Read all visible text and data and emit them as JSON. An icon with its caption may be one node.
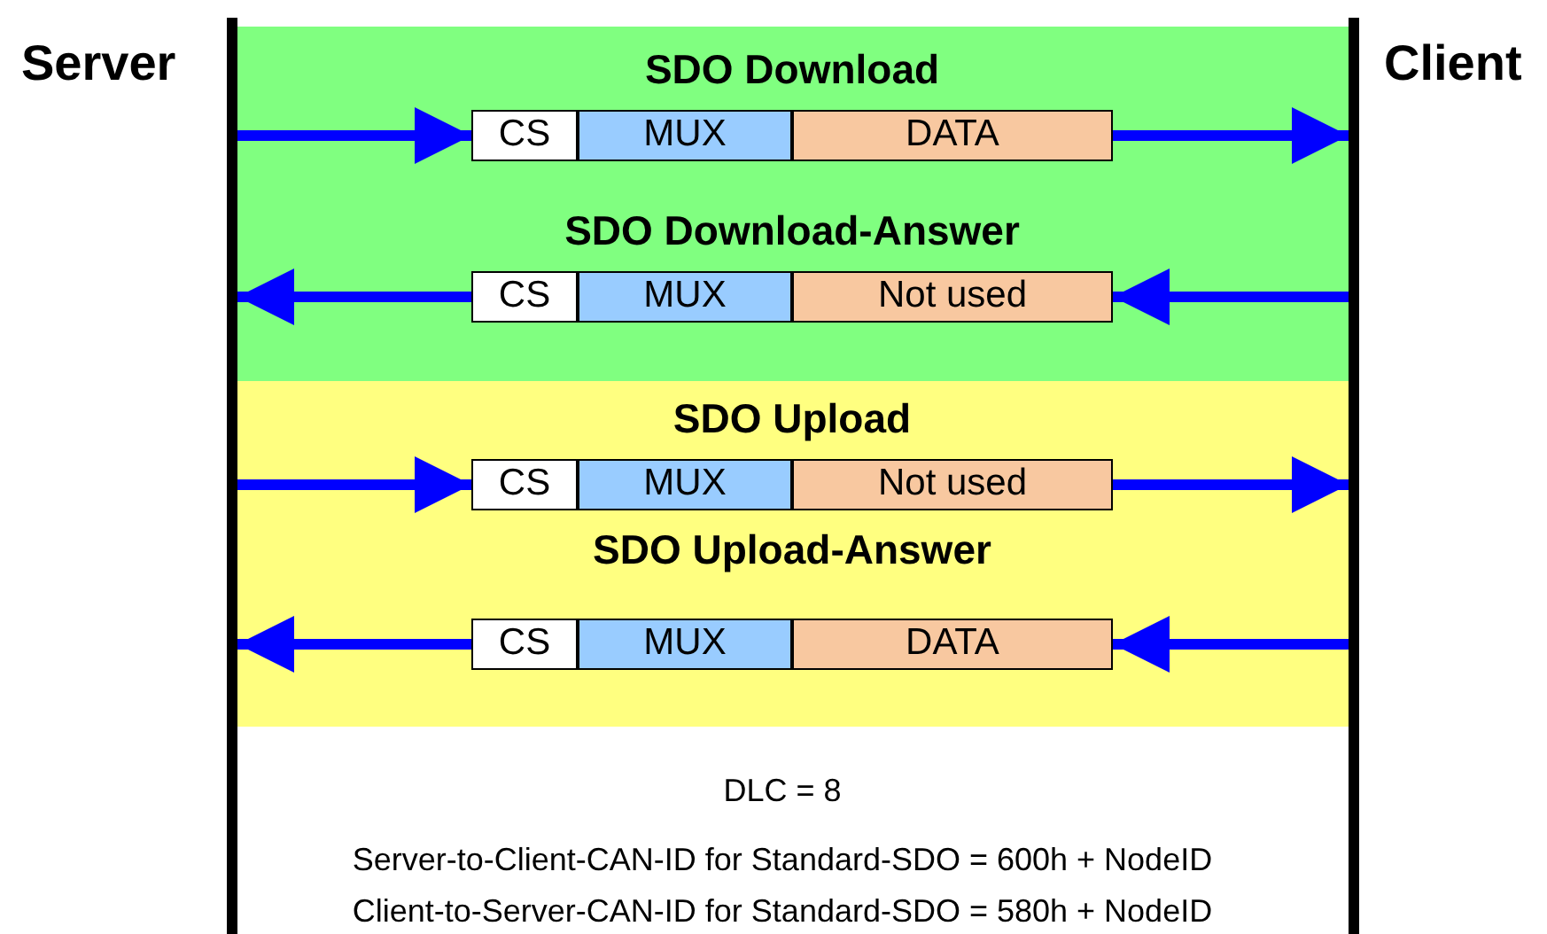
{
  "diagram": {
    "nodes": [
      {
        "text": [
          "Server"
        ]
      },
      {
        "text": [
          "Client"
        ]
      },
      {
        "text": [],
        "shape": "band"
      },
      {
        "text": [
          "SDO Download"
        ],
        "in": 2
      },
      {
        "text": [
          "CS"
        ],
        "in": 3
      },
      {
        "text": [
          "MUX"
        ],
        "in": 3
      },
      {
        "text": [
          "DATA"
        ],
        "in": 3
      },
      {
        "text": [
          "SDO Download-Answer"
        ],
        "in": 2
      },
      {
        "text": [
          "CS"
        ],
        "in": 7
      },
      {
        "text": [
          "MUX"
        ],
        "in": 7
      },
      {
        "text": [
          "Not used"
        ],
        "in": 7
      },
      {
        "text": [],
        "shape": "band"
      },
      {
        "text": [
          "SDO Upload"
        ],
        "in": 11
      },
      {
        "text": [
          "CS"
        ],
        "in": 12
      },
      {
        "text": [
          "MUX"
        ],
        "in": 12
      },
      {
        "text": [
          "Not used"
        ],
        "in": 12
      },
      {
        "text": [
          "SDO Upload-Answer"
        ],
        "in": 11
      },
      {
        "text": [
          "CS"
        ],
        "in": 16
      },
      {
        "text": [
          "MUX"
        ],
        "in": 16
      },
      {
        "text": [
          "DATA"
        ],
        "in": 16
      }
    ],
    "edges": [
      {
        "from": 0,
        "to": 3,
        "arrow": "to"
      },
      {
        "from": 3,
        "to": 1,
        "arrow": "to"
      },
      {
        "from": 1,
        "to": 7,
        "arrow": "to"
      },
      {
        "from": 7,
        "to": 0,
        "arrow": "to"
      },
      {
        "from": 0,
        "to": 12,
        "arrow": "to"
      },
      {
        "from": 12,
        "to": 1,
        "arrow": "to"
      },
      {
        "from": 1,
        "to": 16,
        "arrow": "to"
      },
      {
        "from": 16,
        "to": 0,
        "arrow": "to"
      }
    ],
    "labels": [
      "DLC = 8",
      "Server-to-Client-CAN-ID for Standard-SDO = 600h + NodeID",
      "Client-to-Server-CAN-ID for Standard-SDO = 580h + NodeID"
    ]
  }
}
